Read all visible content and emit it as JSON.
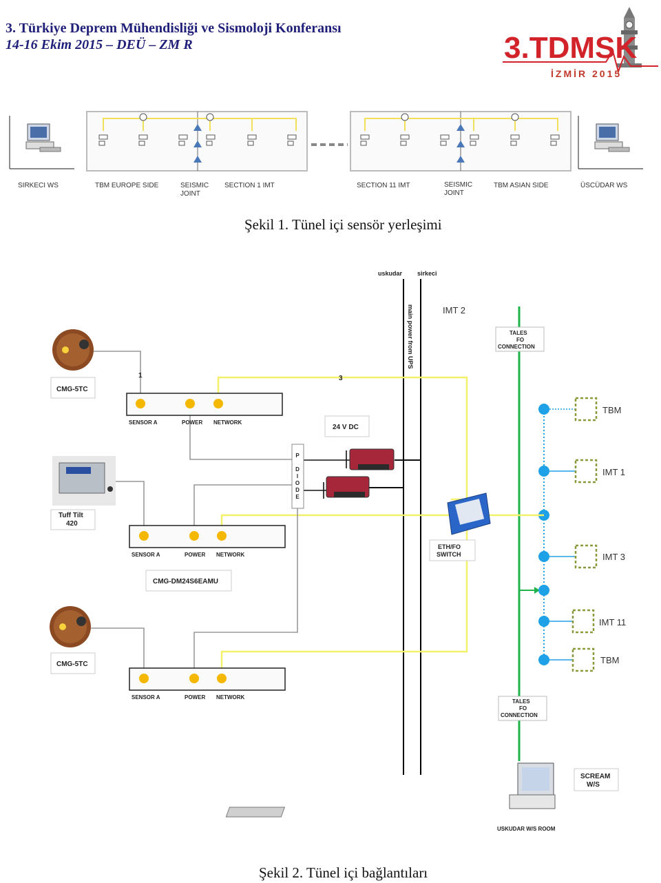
{
  "header": {
    "line1": "3. Türkiye Deprem Mühendisliği ve Sismoloji Konferansı",
    "line2": "14-16 Ekim 2015 – DEÜ –  ZM  R"
  },
  "logo": {
    "main": "3.TDMSK",
    "sub": "İZMİR 2015"
  },
  "figure1": {
    "caption": "Şekil 1. Tünel içi sensör yerleşimi",
    "labels": {
      "sirkeci_ws": "SIRKECI WS",
      "tbm_europe": "TBM EUROPE SIDE",
      "seismic_joint_1_a": "SEISMIC",
      "seismic_joint_1_b": "JOINT",
      "section1": "SECTION 1 IMT",
      "section11": "SECTION 11 IMT",
      "seismic_joint_2_a": "SEISMIC",
      "seismic_joint_2_b": "JOINT",
      "tbm_asian": "TBM ASIAN SIDE",
      "uskudar_ws": "ÜSCÜDAR WS"
    }
  },
  "figure2": {
    "caption": "Şekil 2. Tünel içi bağlantıları",
    "labels": {
      "uskudar": "uskudar",
      "sirkeci": "sirkeci",
      "main_power": "main power from UPS",
      "imt2": "IMT 2",
      "tales_top_1": "TALES",
      "tales_top_2": "FO",
      "tales_top_3": "CONNECTION",
      "cmg5tc_1": "CMG-5TC",
      "wire1": "1",
      "wire3": "3",
      "box1_sensor": "SENSOR A",
      "box1_power": "POWER",
      "box1_network": "NETWORK",
      "dc24": "24 V DC",
      "diode": [
        "P",
        "D",
        "I",
        "O",
        "D",
        "E"
      ],
      "tbm_1": "TBM",
      "imt1": "IMT 1",
      "imt3": "IMT 3",
      "imt11": "IMT 11",
      "tbm_2": "TBM",
      "tuff_1": "Tuff Tilt",
      "tuff_2": "420",
      "box2_sensor": "SENSOR A",
      "box2_power": "POWER",
      "box2_network": "NETWORK",
      "eth_1": "ETH/FO",
      "eth_2": "SWITCH",
      "cmgdm": "CMG-DM24S6EAMU",
      "cmg5tc_2": "CMG-5TC",
      "box3_sensor": "SENSOR A",
      "box3_power": "POWER",
      "box3_network": "NETWORK",
      "tales_bot_1": "TALES",
      "tales_bot_2": "FO",
      "tales_bot_3": "CONNECTION",
      "scream_1": "SCREAM",
      "scream_2": "W/S",
      "room": "USKUDAR W/S ROOM"
    }
  },
  "colors": {
    "header_text": "#1f1f7a",
    "logo_red": "#d2232a",
    "yellow_line": "#f5f06a",
    "green_line": "#1db34a",
    "blue_node": "#1ea1e6",
    "sensor_dot": "#f5b800",
    "olive_box": "#8a9a3a"
  }
}
